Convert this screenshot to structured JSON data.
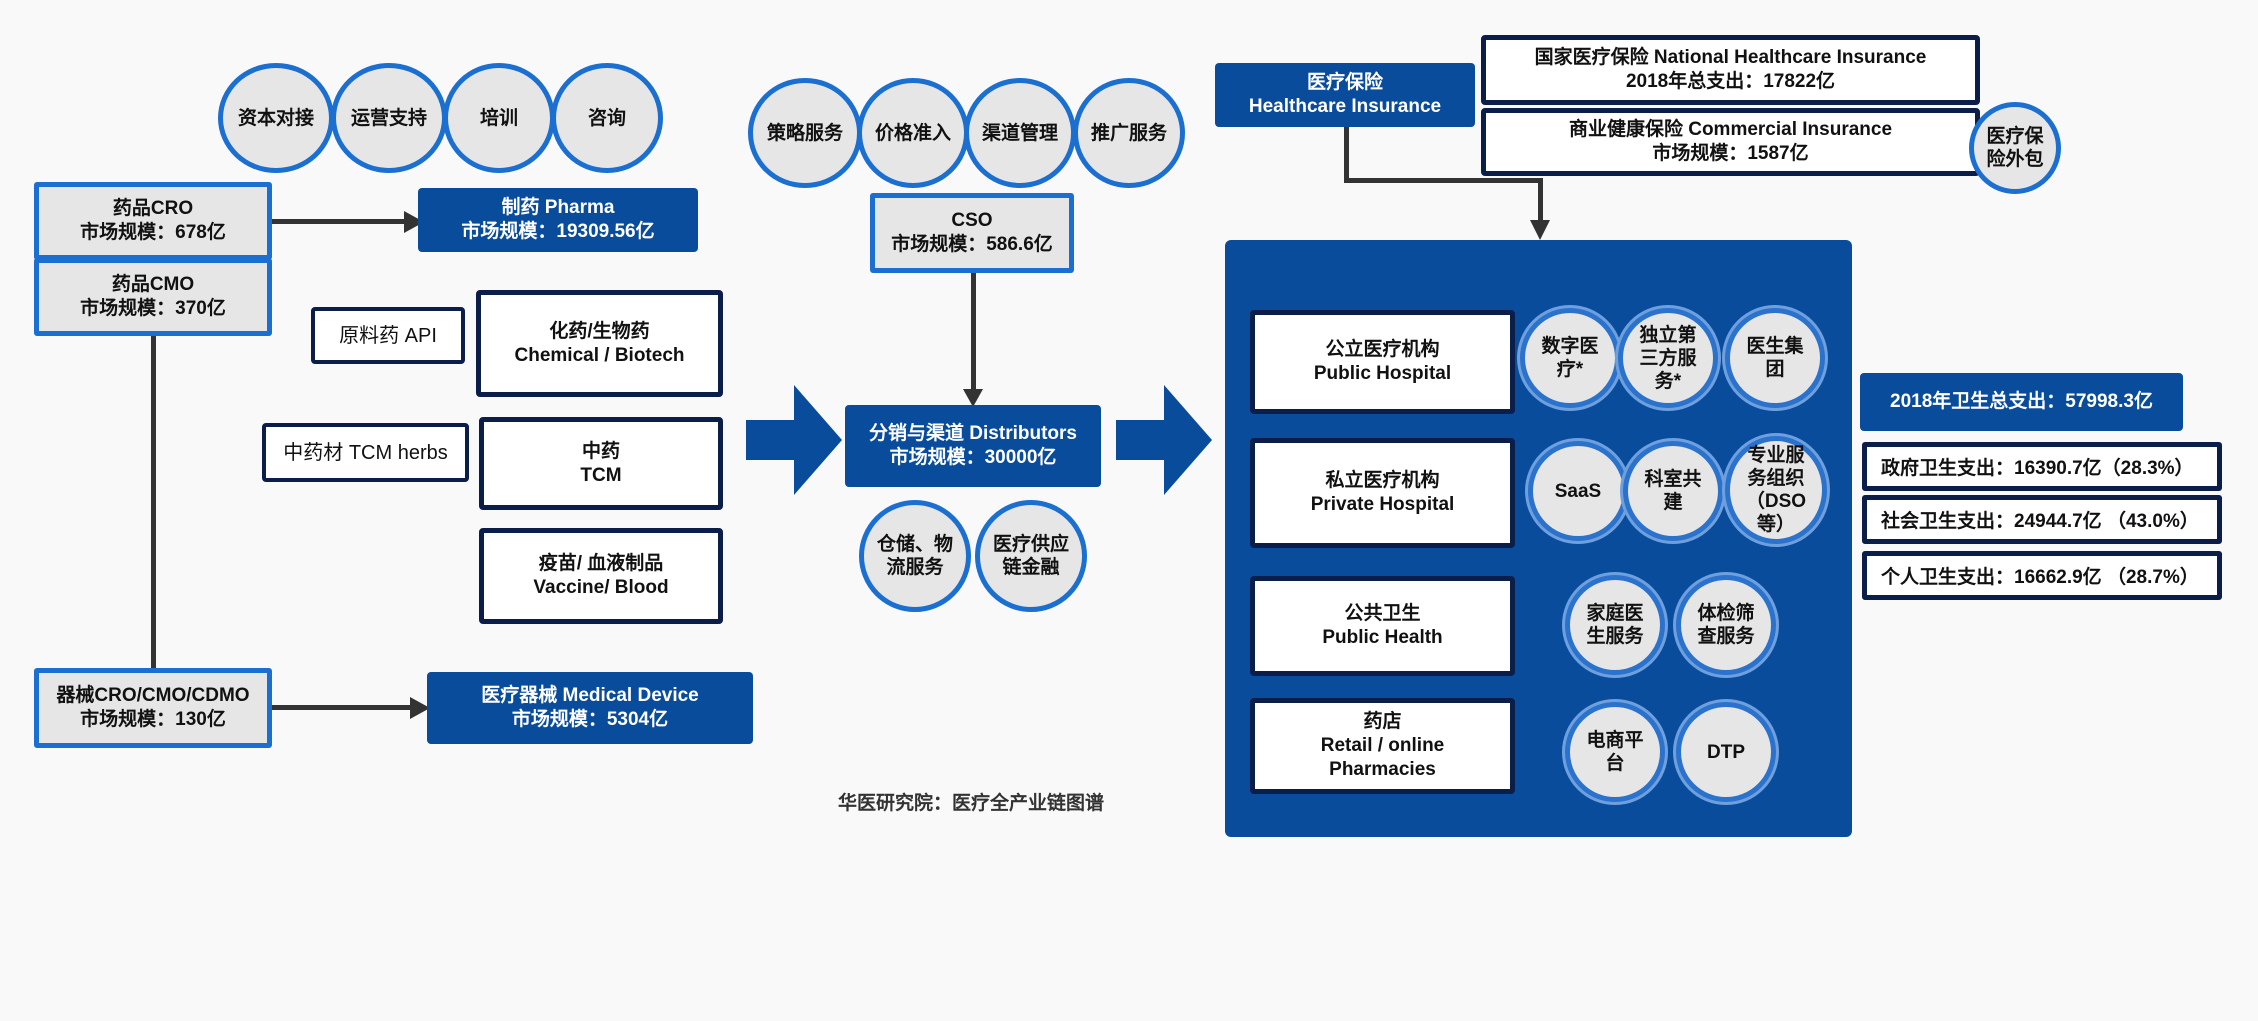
{
  "left": {
    "top_circles": [
      "资本对接",
      "运营支持",
      "培训",
      "咨询"
    ],
    "cro": {
      "line1": "药品CRO",
      "line2": "市场规模：678亿"
    },
    "cmo": {
      "line1": "药品CMO",
      "line2": "市场规模：370亿"
    },
    "pharma": {
      "line1": "制药 Pharma",
      "line2": "市场规模：19309.56亿"
    },
    "api": "原料药 API",
    "chem": {
      "line1": "化药/生物药",
      "line2": "Chemical / Biotech"
    },
    "tcm_herbs": "中药材 TCM herbs",
    "tcm": {
      "line1": "中药",
      "line2": "TCM"
    },
    "vaccine": {
      "line1": "疫苗/ 血液制品",
      "line2": "Vaccine/ Blood"
    },
    "device_cro": {
      "line1": "器械CRO/CMO/CDMO",
      "line2": "市场规模：130亿"
    },
    "device": {
      "line1": "医疗器械 Medical Device",
      "line2": "市场规模：5304亿"
    }
  },
  "middle": {
    "top_circles": [
      "策略服务",
      "价格准入",
      "渠道管理",
      "推广服务"
    ],
    "cso": {
      "line1": "CSO",
      "line2": "市场规模：586.6亿"
    },
    "distributors": {
      "line1": "分销与渠道 Distributors",
      "line2": "市场规模：30000亿"
    },
    "bottom_circles": [
      {
        "line1": "仓储、物",
        "line2": "流服务"
      },
      {
        "line1": "医疗供应",
        "line2": "链金融"
      }
    ],
    "caption": "华医研究院：医疗全产业链图谱"
  },
  "right": {
    "insurance": {
      "line1": "医疗保险",
      "line2": "Healthcare Insurance"
    },
    "national": {
      "line1": "国家医疗保险 National Healthcare Insurance",
      "line2": "2018年总支出：17822亿"
    },
    "commercial": {
      "line1": "商业健康保险 Commercial Insurance",
      "line2": "市场规模：1587亿"
    },
    "outsourcing": {
      "line1": "医疗保",
      "line2": "险外包"
    },
    "public_hospital": {
      "line1": "公立医疗机构",
      "line2": "Public Hospital"
    },
    "private_hospital": {
      "line1": "私立医疗机构",
      "line2": "Private Hospital"
    },
    "public_health": {
      "line1": "公共卫生",
      "line2": "Public Health"
    },
    "pharmacy": {
      "line1": "药店",
      "line2": "Retail / online",
      "line3": "Pharmacies"
    },
    "row1_circles": [
      {
        "line1": "数字医",
        "line2": "疗*"
      },
      {
        "line1": "独立第",
        "line2": "三方服",
        "line3": "务*"
      },
      {
        "line1": "医生集",
        "line2": "团"
      }
    ],
    "row2_circles": [
      {
        "line1": "SaaS"
      },
      {
        "line1": "科室共",
        "line2": "建"
      },
      {
        "line1": "专业服",
        "line2": "务组织",
        "line3": "（DSO",
        "line4": "等）"
      }
    ],
    "row3_circles": [
      {
        "line1": "家庭医",
        "line2": "生服务"
      },
      {
        "line1": "体检筛",
        "line2": "查服务"
      }
    ],
    "row4_circles": [
      {
        "line1": "电商平",
        "line2": "台"
      },
      {
        "line1": "DTP"
      }
    ],
    "total": "2018年卫生总支出：57998.3亿",
    "gov": "政府卫生支出：16390.7亿（28.3%）",
    "social": "社会卫生支出：24944.7亿 （43.0%）",
    "personal": "个人卫生支出：16662.9亿 （28.7%）"
  },
  "colors": {
    "navy": "#0a4c9c",
    "blue_border": "#1a6fd1",
    "gray_fill": "#e6e6e6",
    "dark_border": "#0b1e4a"
  }
}
